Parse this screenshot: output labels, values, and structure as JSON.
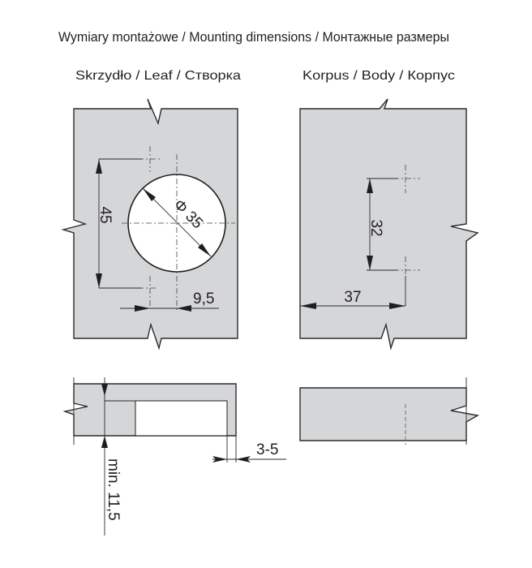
{
  "title": "Wymiary montażowe / Mounting dimensions / Монтажные размеры",
  "leaf": {
    "label": "Skrzydło / Leaf / Створка",
    "hole_diameter": "Φ 35",
    "hole_spacing": "45",
    "edge_offset": "9,5",
    "min_thickness": "min. 11,5",
    "gap": "3-5"
  },
  "body": {
    "label": "Korpus / Body / Корпус",
    "hole_spacing": "32",
    "edge_offset": "37"
  },
  "colors": {
    "panel": "#d5d6d8",
    "line": "#2b2b2b"
  }
}
